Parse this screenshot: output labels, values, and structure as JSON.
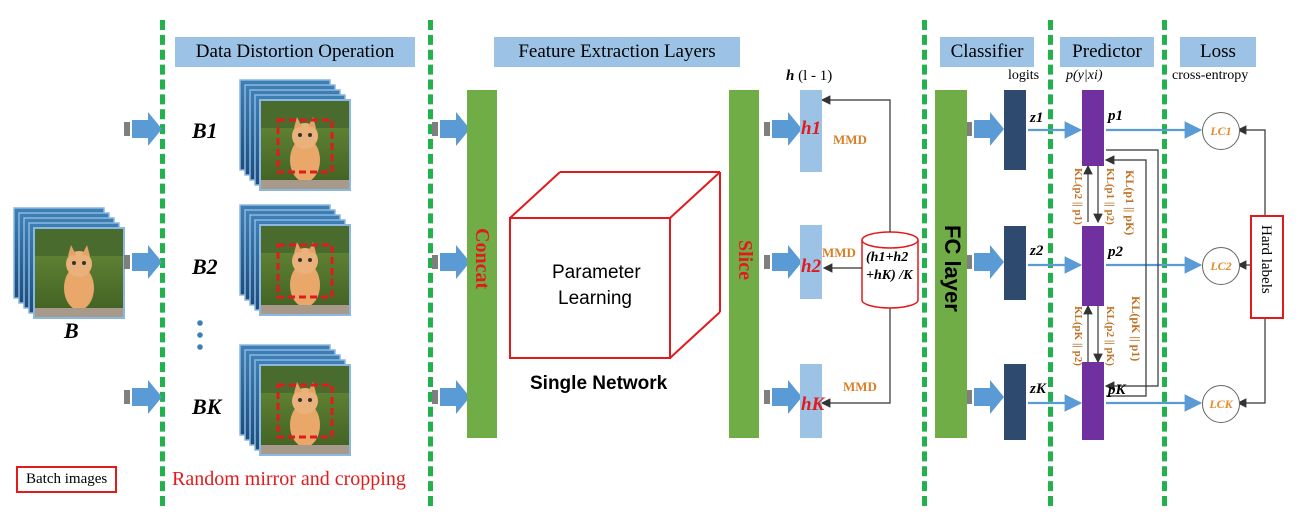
{
  "sections": {
    "data_distortion": "Data Distortion Operation",
    "feature_extraction": "Feature Extraction Layers",
    "classifier": "Classifier",
    "predictor": "Predictor",
    "loss": "Loss"
  },
  "inputs": {
    "batch_label": "B",
    "batch_images": "Batch images",
    "branches": [
      "B1",
      "B2",
      "BK"
    ],
    "ellipsis": "⋮",
    "random_mirror": "Random mirror and cropping"
  },
  "feature": {
    "concat": "Concat",
    "parameter_learning_line1": "Parameter",
    "parameter_learning_line2": "Learning",
    "single_network": "Single Network",
    "slice": "Slice",
    "h_header": "h",
    "h_header_suffix": " (l - 1)",
    "h_labels": [
      "h1",
      "h2",
      "hK"
    ],
    "mmd": "MMD",
    "mean_line1": "(h1+h2",
    "mean_line2": "+hK) /K"
  },
  "classifier": {
    "fc_layer": "FC layer",
    "logits": "logits",
    "z_labels": [
      "z1",
      "z2",
      "zK"
    ]
  },
  "predictor": {
    "header": "p(y|xi)",
    "p_labels": [
      "p1",
      "p2",
      "pK"
    ],
    "kl_left_top": "KL(p2 || p1)",
    "kl_mid_top": "KL(p1 || p2)",
    "kl_right_top": "KL(p1 || pK)",
    "kl_left_bot": "KL(pK || p2)",
    "kl_mid_bot": "KL(p2 || pK)",
    "kl_right_bot": "KL(pK || p1)"
  },
  "loss": {
    "cross_entropy": "cross-entropy",
    "losses": [
      "LC1",
      "LC2",
      "LCK"
    ],
    "hard_labels": "Hard labels"
  },
  "colors": {
    "dash_green": "#22b14c",
    "section_blue": "#9cc3e6",
    "arrow_blue": "#5b9bd5",
    "bar_green": "#70ad47",
    "navy": "#2e4a6e",
    "purple": "#7030a0",
    "red": "#e31a1c",
    "orange": "#d6812a"
  }
}
